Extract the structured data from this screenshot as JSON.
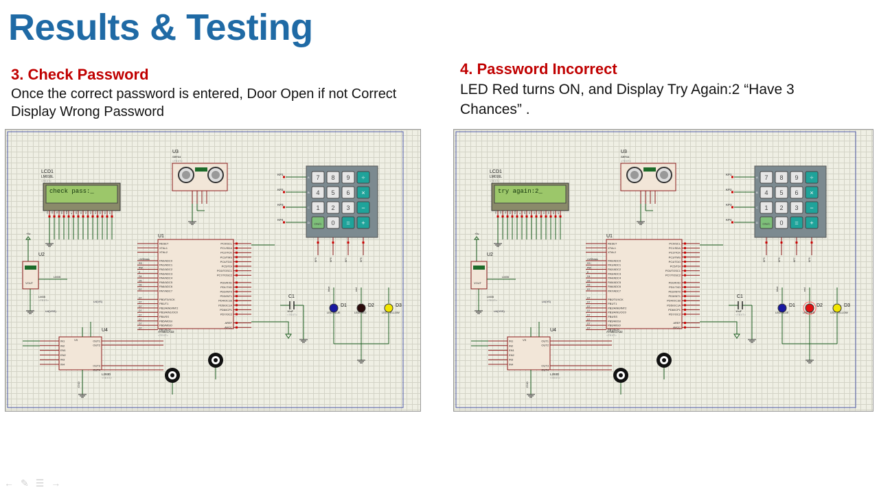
{
  "slide": {
    "title": "Results & Testing"
  },
  "sections": [
    {
      "heading": "3. Check Password",
      "description_line1": "Once the correct password is entered, Door Open if not Correct",
      "description_line2": "Display Wrong Password",
      "lcd_text": "check pass:_",
      "led_states": {
        "blue": "off",
        "red": "off",
        "yellow": "off"
      }
    },
    {
      "heading": "4. Password Incorrect",
      "description_line1": "LED Red turns ON, and Display Try Again:2 “Have 3",
      "description_line2": "Chances” .",
      "lcd_text": "try again:2_",
      "led_states": {
        "blue": "off",
        "red": "on",
        "yellow": "off"
      }
    }
  ],
  "schematic": {
    "lcd": {
      "ref": "LCD1",
      "part": "LM016L",
      "text_tag": "<TEXT>"
    },
    "sensor": {
      "ref": "U3",
      "part": "SRF04",
      "text_tag": "<TEXT>"
    },
    "mcu": {
      "ref": "U1",
      "part": "ATMEGA32",
      "text_tag": "<TEXT>"
    },
    "temp": {
      "ref": "U2",
      "part": "LM35",
      "pin": "VOUT",
      "text_tag": "<TEXT>"
    },
    "driver": {
      "ref": "U4",
      "part": "L293D",
      "text_tag": "<TEXT>"
    },
    "cap": {
      "ref": "C1",
      "value": "10uF",
      "text_tag": "<TEXT>"
    },
    "power_label": "+5v",
    "leds": [
      {
        "ref": "D1",
        "part": "LED-BLUE"
      },
      {
        "ref": "D2",
        "part": "LED-RED"
      },
      {
        "ref": "D3",
        "part": "LED-YELLOW"
      }
    ],
    "keypad": {
      "rows": [
        "A",
        "B",
        "C",
        "D"
      ],
      "row_labels": [
        "KP1",
        "KP2",
        "KP3",
        "KP4"
      ],
      "keys": [
        "7",
        "8",
        "9",
        "÷",
        "4",
        "5",
        "6",
        "×",
        "1",
        "2",
        "3",
        "−",
        "ON/C",
        "0",
        "=",
        "+"
      ]
    },
    "mcu_left_pins": [
      "RESET",
      "XTAL1",
      "XTAL2",
      "PA0/ADC0",
      "PA1/ADC1",
      "PA2/ADC2",
      "PA3/ADC3",
      "PA4/ADC4",
      "PA5/ADC5",
      "PA6/ADC6",
      "PA7/ADC7",
      "PB0/T0/XCK",
      "PB1/T1",
      "PB2/AIN0/INT2",
      "PB3/AIN1/OC0",
      "PB4/SS",
      "PB5/MOSI",
      "PB6/MISO",
      "PB7/SCK"
    ],
    "mcu_right_pins": [
      "PC0/SCL",
      "PC1/SDA",
      "PC2/TCK",
      "PC3/TMS",
      "PC4/TDO",
      "PC5/TDI",
      "PC6/TOSC1",
      "PC7/TOSC2",
      "PD0/RXD",
      "PD1/TXD",
      "PD2/INT0",
      "PD3/INT1",
      "PD4/OC1B",
      "PD5/OC1A",
      "PD6/ICP1",
      "PD7/OC2",
      "AREF",
      "AVCC"
    ],
    "driver_left_pins": [
      "IN1",
      "IN2",
      "EN1",
      "EN2",
      "IN3",
      "IN4"
    ],
    "driver_right_pins": [
      "OUT1",
      "OUT2",
      "OUT3",
      "OUT4"
    ],
    "driver_top_pins": [
      "VS",
      "VSS"
    ],
    "driver_bottom_pin": "GND",
    "net_labels": [
      "LM35data",
      "RS",
      "RW",
      "E",
      "D4",
      "D5",
      "D6",
      "D7",
      "KP1",
      "KP2",
      "KP3",
      "KP4",
      "KP5",
      "KP6",
      "KP7",
      "KP8",
      "M1",
      "M2",
      "blue",
      "red",
      "echo",
      "trig",
      "LM35",
      "U4(VS)",
      "U4(VSS)"
    ]
  },
  "colors": {
    "title": "#1f6aa5",
    "heading": "#c00000",
    "wire": "#1b5e20",
    "component": "#8b1a1a",
    "component_fill": "#f2e6d8",
    "lcd_screen": "#9cc76a",
    "keypad_body": "#7c8a90",
    "key_face": "#e6e6e6",
    "key_op": "#1fa39a",
    "led_red_on": "#e01010",
    "led_off": "#2a0a0a",
    "led_blue_off": "#1818a0",
    "led_yellow": "#f2e600"
  },
  "footer_icons": [
    "back-icon",
    "pen-icon",
    "menu-icon",
    "forward-icon"
  ]
}
